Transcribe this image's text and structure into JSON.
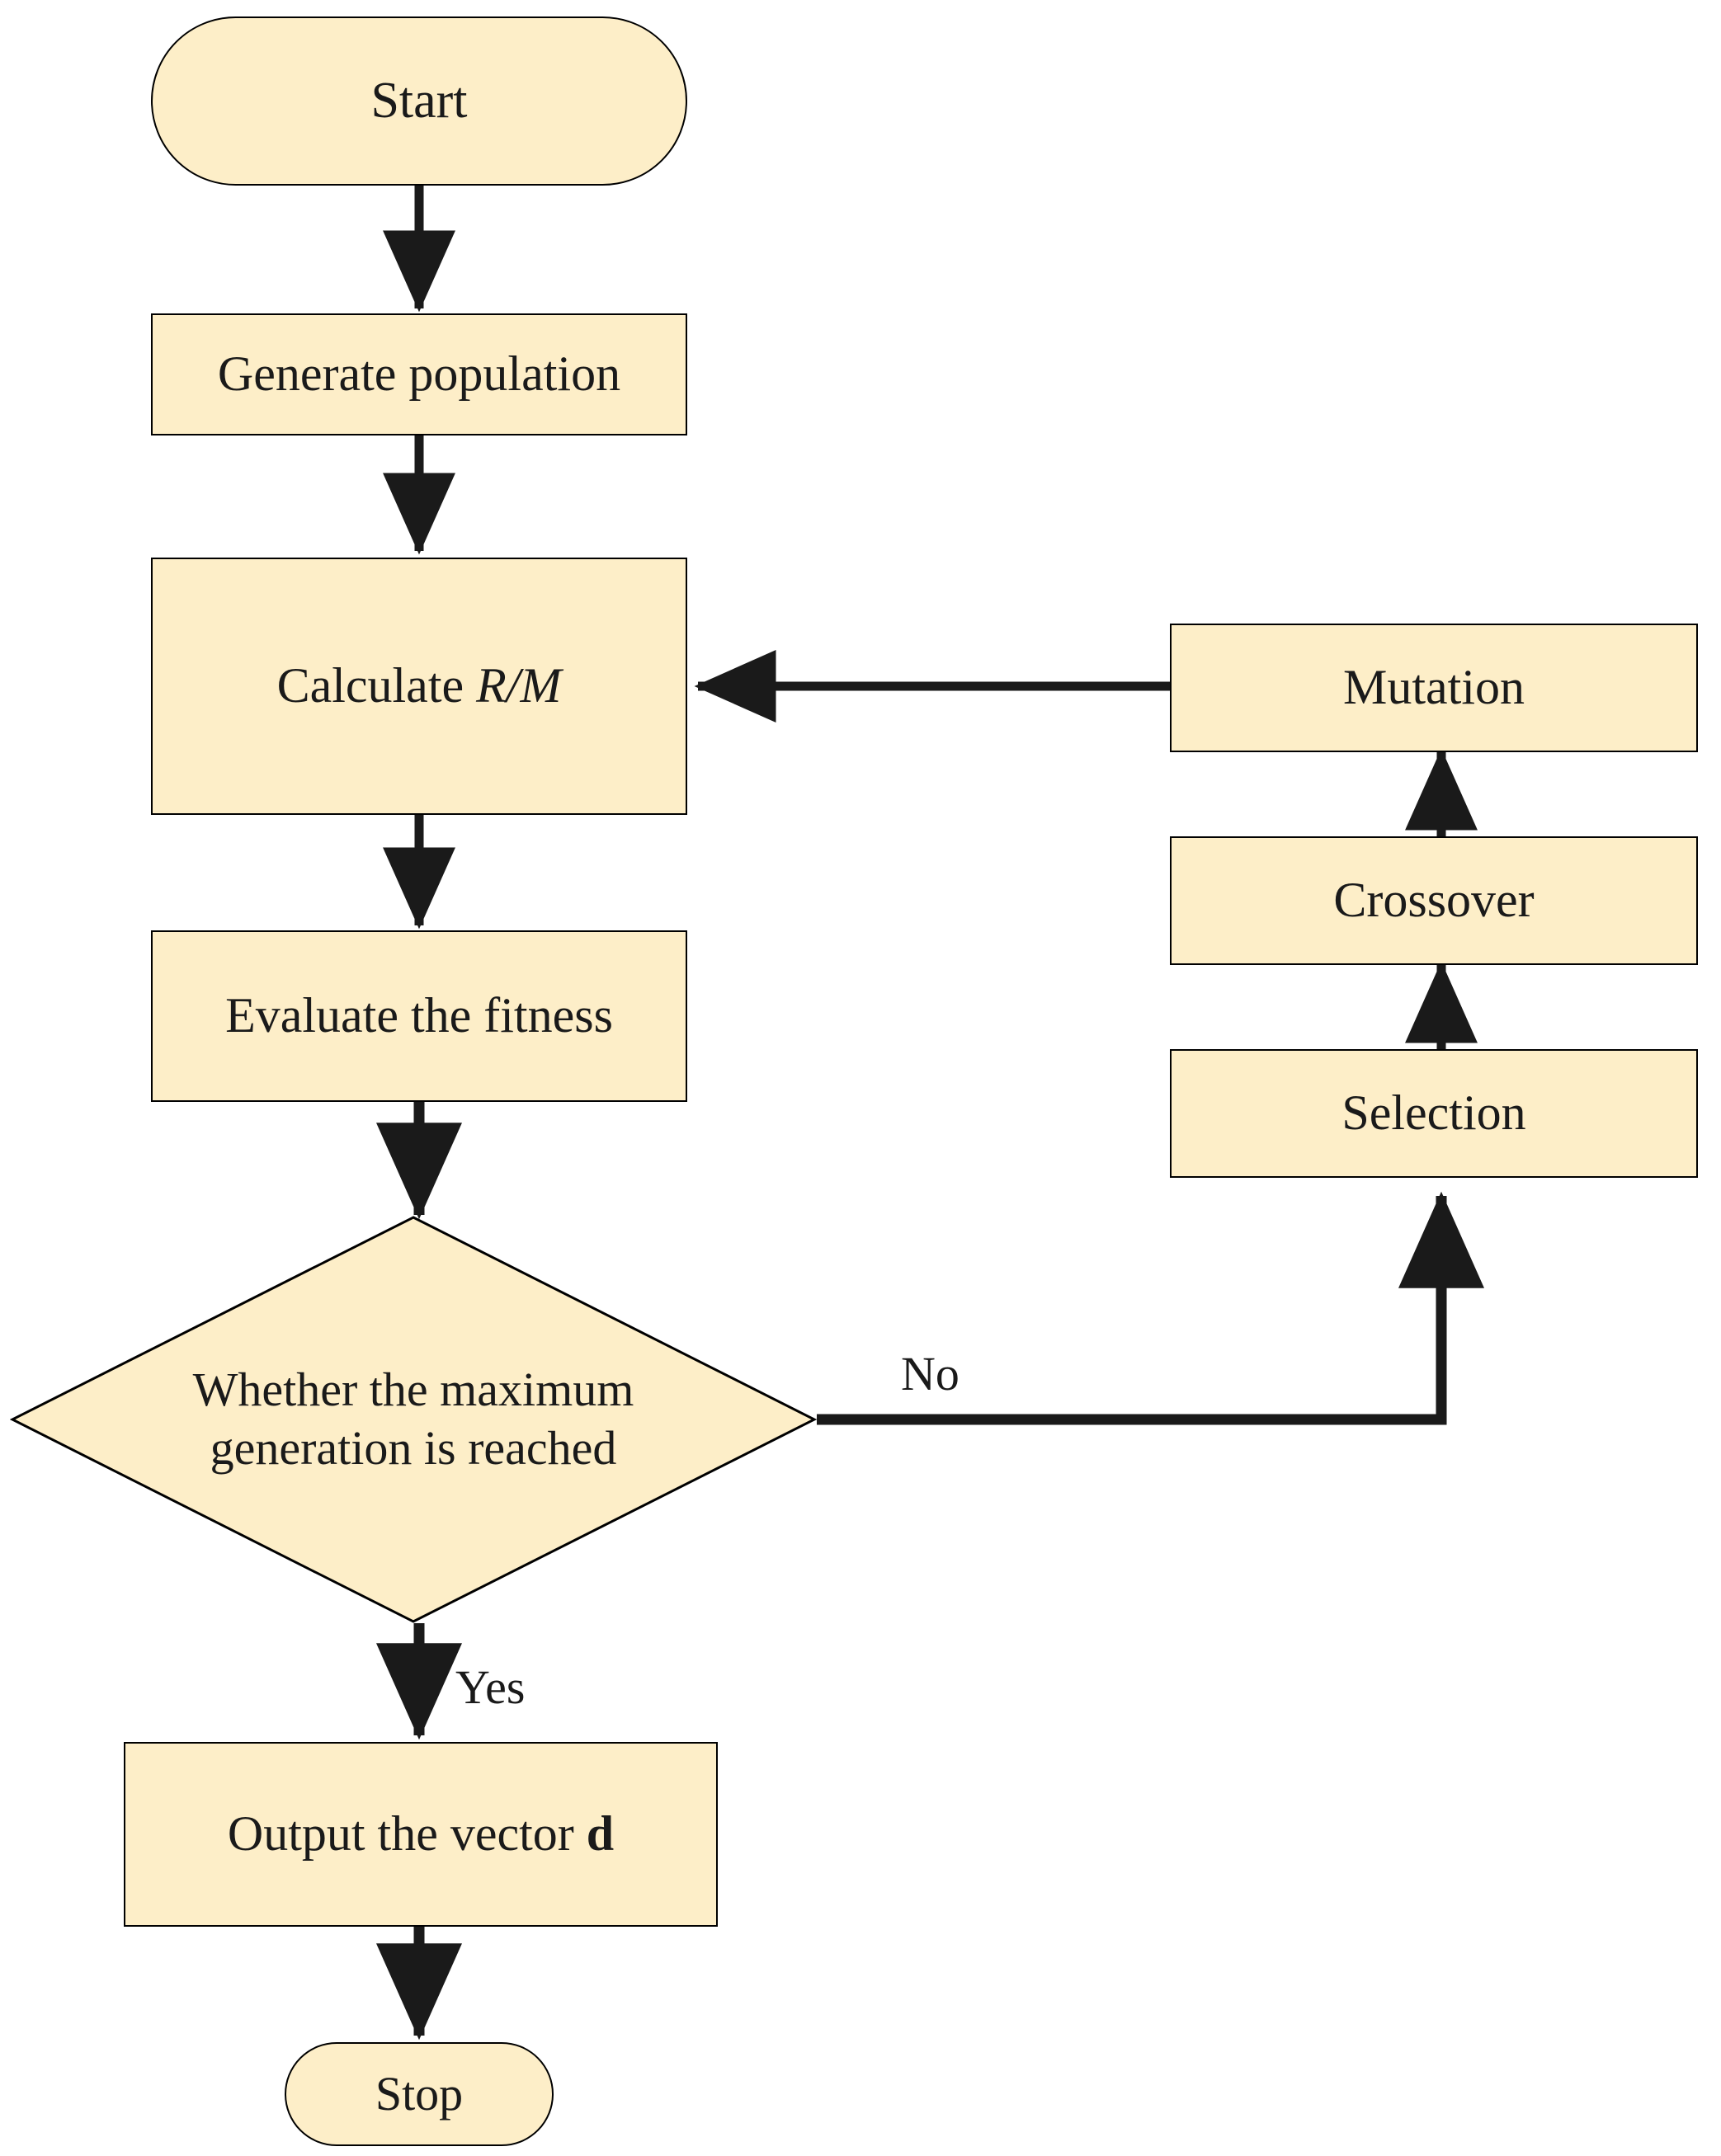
{
  "diagram": {
    "type": "flowchart",
    "title": "Genetic algorithm flowchart",
    "colors": {
      "node_fill": "#fdeec8",
      "node_stroke": "#000000",
      "text": "#1a1a1a",
      "edge": "#1a1a1a",
      "background": "#ffffff"
    },
    "nodes": [
      {
        "id": "start",
        "shape": "terminator",
        "label": "Start"
      },
      {
        "id": "generate",
        "shape": "process",
        "label": "Generate population"
      },
      {
        "id": "calculate",
        "shape": "process",
        "label_prefix": "Calculate ",
        "label_italic": "R/M",
        "label": "Calculate R/M"
      },
      {
        "id": "evaluate",
        "shape": "process",
        "label": "Evaluate the fitness"
      },
      {
        "id": "decision",
        "shape": "decision",
        "label_line1": "Whether the maximum",
        "label_line2": "generation is reached",
        "label": "Whether the maximum generation is reached"
      },
      {
        "id": "output",
        "shape": "process",
        "label_prefix": "Output the vector ",
        "label_bold": "d",
        "label": "Output the vector d"
      },
      {
        "id": "stop",
        "shape": "terminator",
        "label": "Stop"
      },
      {
        "id": "mutation",
        "shape": "process",
        "label": "Mutation"
      },
      {
        "id": "crossover",
        "shape": "process",
        "label": "Crossover"
      },
      {
        "id": "selection",
        "shape": "process",
        "label": "Selection"
      }
    ],
    "edges": [
      {
        "from": "start",
        "to": "generate",
        "label": ""
      },
      {
        "from": "generate",
        "to": "calculate",
        "label": ""
      },
      {
        "from": "calculate",
        "to": "evaluate",
        "label": ""
      },
      {
        "from": "evaluate",
        "to": "decision",
        "label": ""
      },
      {
        "from": "decision",
        "to": "output",
        "label": "Yes"
      },
      {
        "from": "output",
        "to": "stop",
        "label": ""
      },
      {
        "from": "decision",
        "to": "selection",
        "label": "No"
      },
      {
        "from": "selection",
        "to": "crossover",
        "label": ""
      },
      {
        "from": "crossover",
        "to": "mutation",
        "label": ""
      },
      {
        "from": "mutation",
        "to": "calculate",
        "label": ""
      }
    ],
    "edge_labels": {
      "no": "No",
      "yes": "Yes"
    }
  }
}
